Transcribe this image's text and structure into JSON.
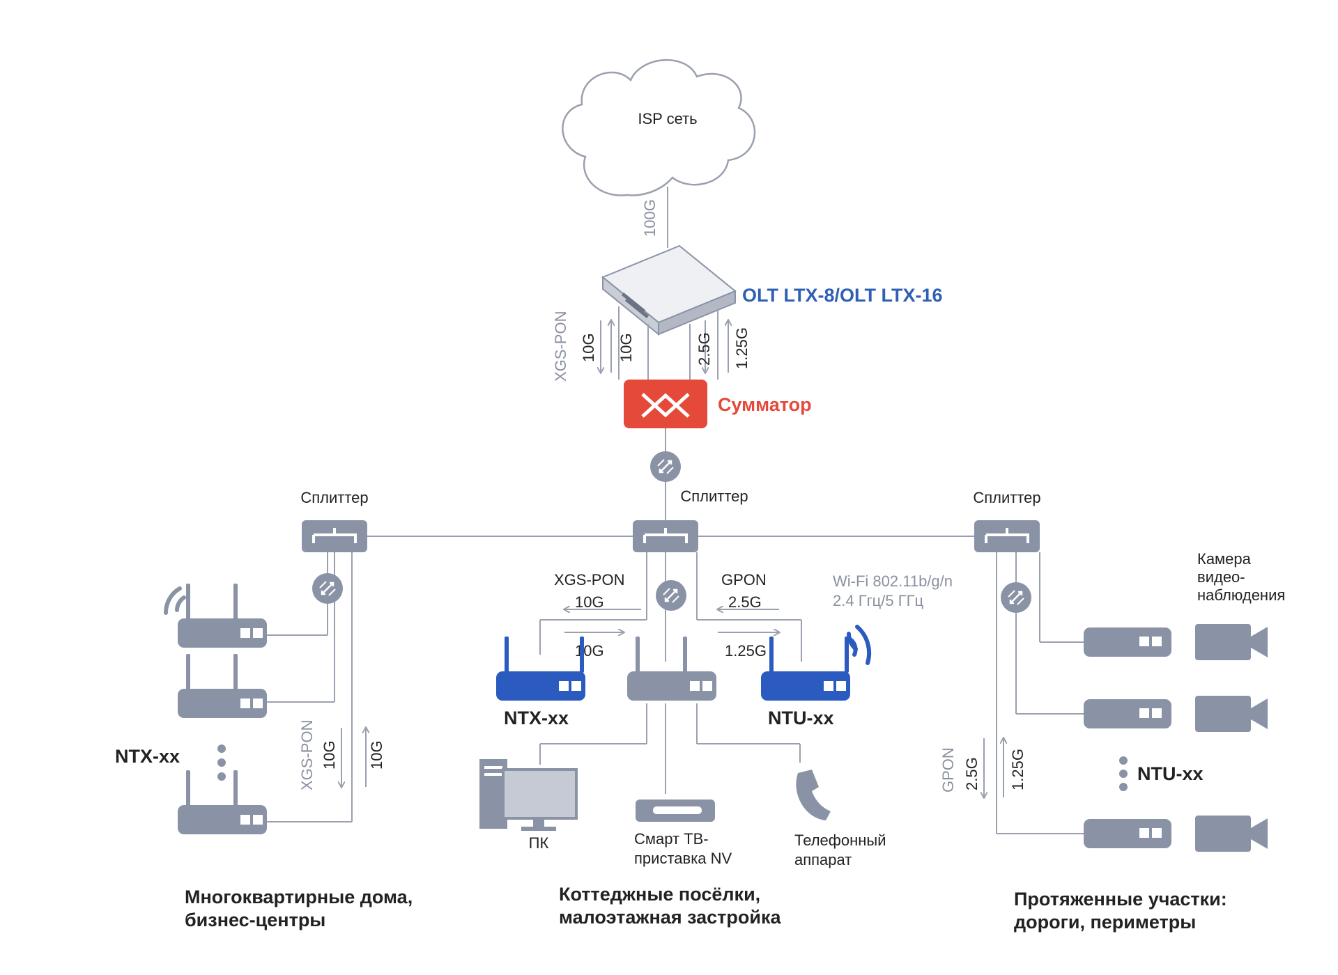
{
  "isp": {
    "label": "ISP сеть",
    "uplink_speed": "100G"
  },
  "olt": {
    "label": "OLT LTX-8/OLT LTX-16"
  },
  "olt_links": {
    "protocol": "XGS-PON",
    "down_xgs": "10G",
    "up_xgs": "10G",
    "down_gpon": "2.5G",
    "up_gpon": "1.25G"
  },
  "combiner": {
    "label": "Сумматор"
  },
  "splitters": {
    "left": "Сплиттер",
    "center": "Сплиттер",
    "right": "Сплиттер"
  },
  "left_group": {
    "device_label": "NTX-xx",
    "protocol": "XGS-PON",
    "down": "10G",
    "up": "10G",
    "caption_line1": "Многоквартирные дома,",
    "caption_line2": "бизнес-центры"
  },
  "center_group": {
    "xgs_protocol": "XGS-PON",
    "xgs_down": "10G",
    "xgs_up": "10G",
    "gpon_protocol": "GPON",
    "gpon_down": "2.5G",
    "gpon_up": "1.25G",
    "ntx_label": "NTX-xx",
    "ntu_label": "NTU-xx",
    "wifi_line1": "Wi-Fi 802.11b/g/n",
    "wifi_line2": "2.4 Ггц/5 ГГц",
    "pc_label": "ПК",
    "stb_line1": "Смарт ТВ-",
    "stb_line2": "приставка NV",
    "phone_line1": "Телефонный",
    "phone_line2": "аппарат",
    "caption_line1": "Коттеджные посёлки,",
    "caption_line2": "малоэтажная застройка"
  },
  "right_group": {
    "camera_line1": "Камера",
    "camera_line2": "видео-",
    "camera_line3": "наблюдения",
    "protocol": "GPON",
    "down": "2.5G",
    "up": "1.25G",
    "device_label": "NTU-xx",
    "caption_line1": "Протяженные участки:",
    "caption_line2": "дороги, периметры"
  },
  "colors": {
    "line": "#9aa0ae",
    "device_gray": "#8a92a6",
    "device_blue": "#2b5bbf",
    "accent_blue": "#2f5fb5",
    "accent_red": "#e5493a",
    "label_gray": "#8a90a0"
  }
}
